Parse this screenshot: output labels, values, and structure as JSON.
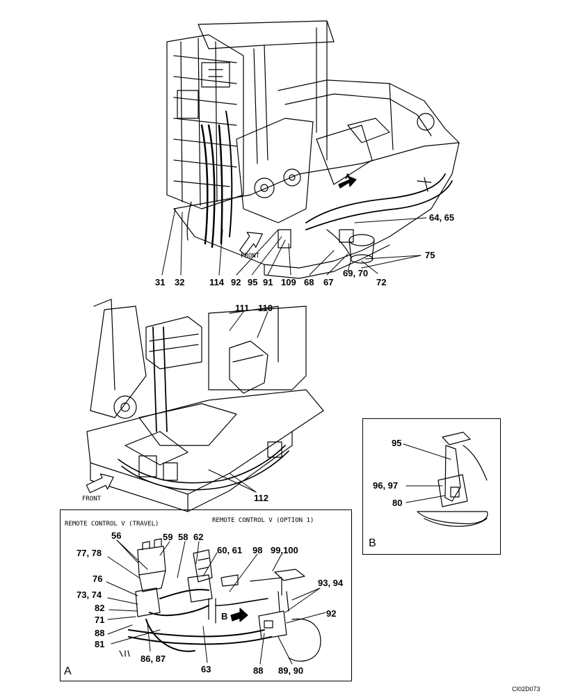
{
  "top_view": {
    "callouts": {
      "c31": "31",
      "c32": "32",
      "c114": "114",
      "c92": "92",
      "c95": "95",
      "c91": "91",
      "c109": "109",
      "c68": "68",
      "c67": "67",
      "c6970": "69, 70",
      "c72": "72",
      "c6465": "64, 65",
      "c75": "75"
    },
    "front_label": "FRONT",
    "arrow_a_label": "A"
  },
  "middle_view": {
    "callouts": {
      "c111": "111",
      "c110": "110",
      "c112": "112"
    },
    "front_label": "FRONT"
  },
  "detail_b": {
    "title": "B",
    "callouts": {
      "c95": "95",
      "c9697": "96, 97",
      "c80": "80"
    }
  },
  "detail_a": {
    "title": "A",
    "remote_travel": "REMOTE CONTROL V (TRAVEL)",
    "remote_option": "REMOTE CONTROL V (OPTION 1)",
    "arrow_b_label": "B",
    "callouts": {
      "c56": "56",
      "c7778": "77, 78",
      "c59": "59",
      "c58": "58",
      "c62": "62",
      "c6061": "60, 61",
      "c98": "98",
      "c99100": "99,100",
      "c76": "76",
      "c7374": "73, 74",
      "c82": "82",
      "c71": "71",
      "c88a": "88",
      "c81": "81",
      "c8687": "86, 87",
      "c63": "63",
      "c88b": "88",
      "c8990": "89, 90",
      "c9394": "93, 94",
      "c92": "92"
    }
  },
  "figure_code": "CI02D073"
}
